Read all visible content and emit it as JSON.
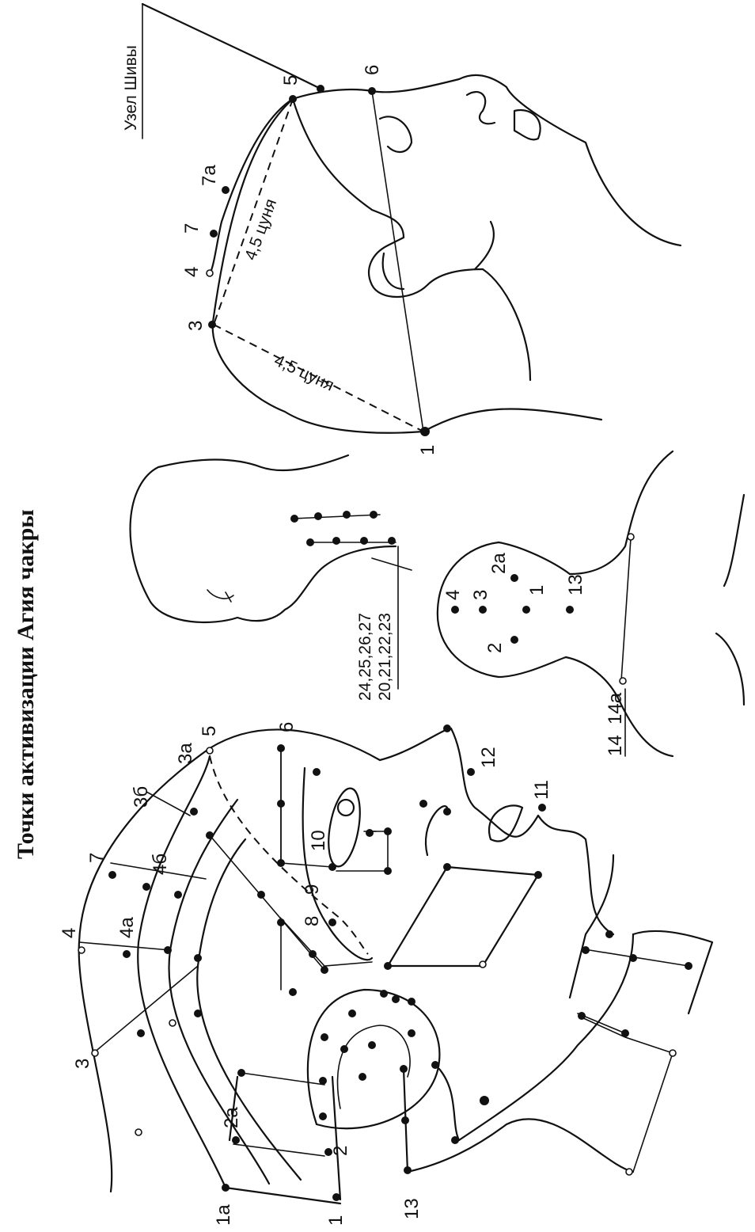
{
  "title": "Точки активизации Агия чакры",
  "side_view": {
    "labels": {
      "p1": "1",
      "p1a": "1а",
      "p2": "2",
      "p2a": "2а",
      "p3": "3",
      "p4": "4",
      "p4a": "4а",
      "p4b": "4б",
      "p3a": "3а",
      "p3b": "3б",
      "p5": "5",
      "p6": "6",
      "p7": "7",
      "p8": "8",
      "p9": "9",
      "p10": "10",
      "p11": "11",
      "p12": "12",
      "p13": "13"
    }
  },
  "profile_view": {
    "labels": {
      "line1": "24,25,26,27",
      "line2": "20,21,22,23"
    }
  },
  "back_view": {
    "labels": {
      "p1": "1",
      "p2": "2",
      "p2a": "2а",
      "p3": "3",
      "p4": "4",
      "p13": "13",
      "p14": "14",
      "p14a": "14а"
    }
  },
  "top_view": {
    "labels": {
      "knot": "Узел Шивы",
      "p1": "1",
      "p3": "3",
      "p4": "4",
      "p5": "5",
      "p6": "6",
      "p7": "7",
      "p7a": "7а",
      "measure1": "4,5 цуня",
      "measure2": "4,5 цуня"
    }
  }
}
